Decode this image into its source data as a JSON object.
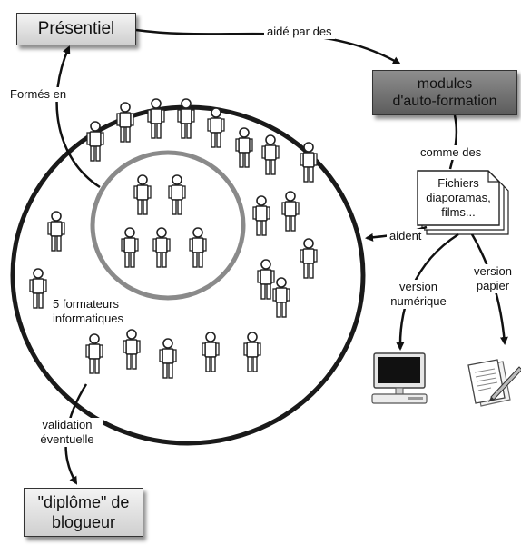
{
  "nodes": {
    "presentiel": "Présentiel",
    "modules_line1": "modules",
    "modules_line2": "d'auto-formation",
    "fichiers_line1": "Fichiers",
    "fichiers_line2": "diaporamas,",
    "fichiers_line3": "films...",
    "diplome_line1": "\"diplôme\" de",
    "diplome_line2": "blogueur",
    "group_line1": "5 formateurs",
    "group_line2": "informatiques"
  },
  "edges": {
    "aide_par_des": "aidé par des",
    "formes_en": "Formés en",
    "comme_des": "comme des",
    "aident": "aident",
    "version_numerique_1": "version",
    "version_numerique_2": "numérique",
    "version_papier_1": "version",
    "version_papier_2": "papier",
    "validation_1": "validation",
    "validation_2": "éventuelle"
  },
  "icons": {
    "person": "person-icon",
    "computer": "computer-icon",
    "paper": "paper-document-icon"
  },
  "colors": {
    "modules_box": "#6f6f6f",
    "inner_circle": "#8a8a8a",
    "outer_circle": "#1a1a1a"
  }
}
